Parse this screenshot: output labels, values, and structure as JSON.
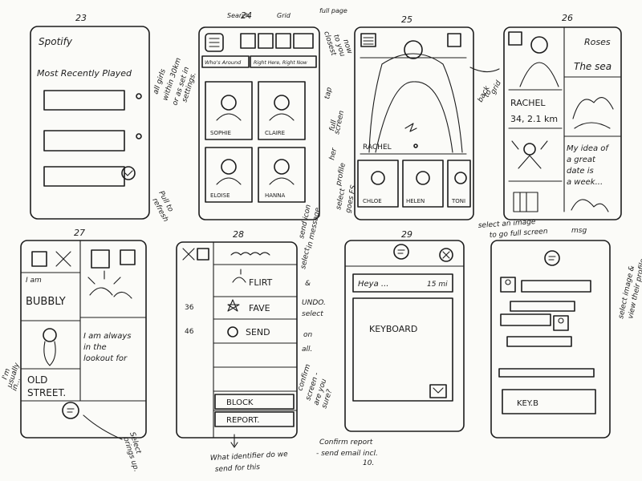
{
  "frames": [
    {
      "number": "23",
      "app_title": "Spotify",
      "heading": "Most Recently Played"
    },
    {
      "number": "24",
      "top_labels": [
        "Search",
        "Grid",
        "full page"
      ],
      "tabs": [
        "Who's Around",
        "Right Here, Right Now"
      ],
      "profiles": [
        "SOPHIE",
        "CLAIRE",
        "ELOISE",
        "HANNA"
      ]
    },
    {
      "number": "25",
      "highlight_name": "RACHEL",
      "thumbnails": [
        "CHLOE",
        "HELEN",
        "TONI"
      ]
    },
    {
      "number": "26",
      "name_line": "RACHEL",
      "info_line": "34, 2.1 km",
      "top_text": "Roses",
      "mid_text": "The sea",
      "bio": [
        "My idea of",
        "a great",
        "date is",
        "a week..."
      ]
    },
    {
      "number": "27",
      "words": [
        "I am",
        "BUBBLY",
        "I am always",
        "in the",
        "lookout for",
        "OLD",
        "STREET."
      ]
    },
    {
      "number": "28",
      "menu": [
        "FLIRT",
        "FAVE",
        "SEND"
      ],
      "counts": [
        "36",
        "46"
      ],
      "actions": [
        "BLOCK",
        "REPORT."
      ]
    },
    {
      "number": "29",
      "input_text": "Heya ...",
      "input_time": "15 mi",
      "keyboard": "KEYBOARD"
    },
    {
      "number": "",
      "bottom_label": "KEY.B"
    }
  ],
  "notes": {
    "n23_refresh": [
      "Pull to",
      "refresh"
    ],
    "n24_girls": [
      "all girls",
      "within 30km",
      "or as set in",
      "settings."
    ],
    "n24_closest": [
      "closest",
      "to you",
      "now"
    ],
    "n24_tap": [
      "tap",
      "full",
      "screen",
      "her",
      "profile"
    ],
    "n25_select": [
      "select",
      "goes FS"
    ],
    "n25_grid": [
      "back",
      "to",
      "grid"
    ],
    "n26_select_image": [
      "select an image",
      "to go full screen"
    ],
    "n26_msg": "msg",
    "n27_left": [
      "I'm",
      "usually",
      "in..."
    ],
    "n27_select": [
      "Select",
      "brings up."
    ],
    "n28_send_icon": [
      "send icon",
      "in message"
    ],
    "n28_select": "select",
    "n28_undo": [
      "&",
      "UNDO.",
      "select",
      "on",
      "all."
    ],
    "n28_confirm": [
      "confirm",
      "screen -",
      "are you",
      "sure?"
    ],
    "n28_identifier": [
      "What identifier do we",
      "send for this"
    ],
    "n29_confirm_report": [
      "Confirm report",
      "- send email incl."
    ],
    "n29_ten": "10.",
    "n_last_select": [
      "select image &",
      "view their profile."
    ]
  },
  "colors": {
    "ink": "#1c1c1c",
    "paper": "#fbfbf8"
  }
}
